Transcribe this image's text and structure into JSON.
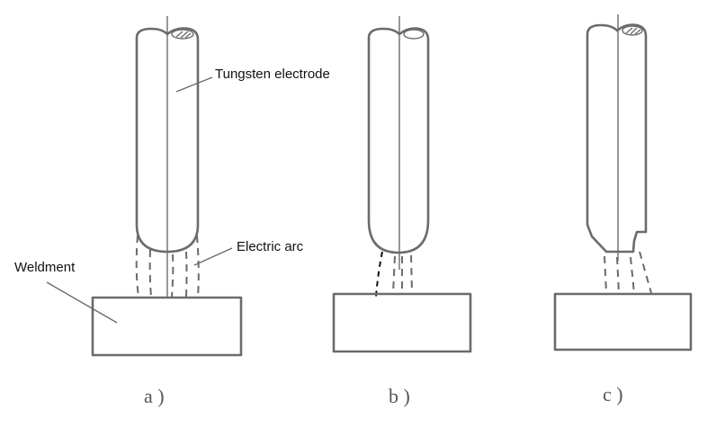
{
  "figure": {
    "labels": {
      "electrode": "Tungsten electrode",
      "arc": "Electric arc",
      "weldment": "Weldment"
    },
    "panels": [
      {
        "id": "a",
        "caption": "a )",
        "tip_shape": "rounded"
      },
      {
        "id": "b",
        "caption": "b )",
        "tip_shape": "rounded-offset-arc"
      },
      {
        "id": "c",
        "caption": "c )",
        "tip_shape": "chipped-flat"
      }
    ],
    "colors": {
      "line": "#6b6b6b",
      "text": "#111111"
    }
  }
}
